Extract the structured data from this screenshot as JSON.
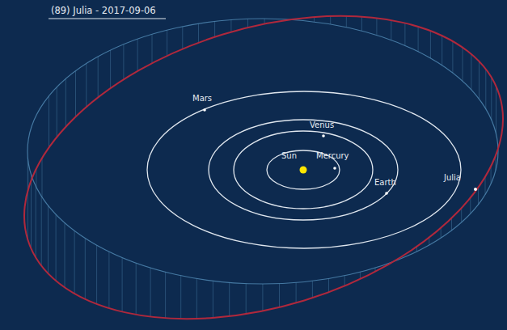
{
  "diagram": {
    "title": "(89) Julia - 2017-09-06",
    "labels": [
      "Mars",
      "Venus",
      "Sun",
      "Mercury",
      "Earth",
      "Julia"
    ]
  }
}
